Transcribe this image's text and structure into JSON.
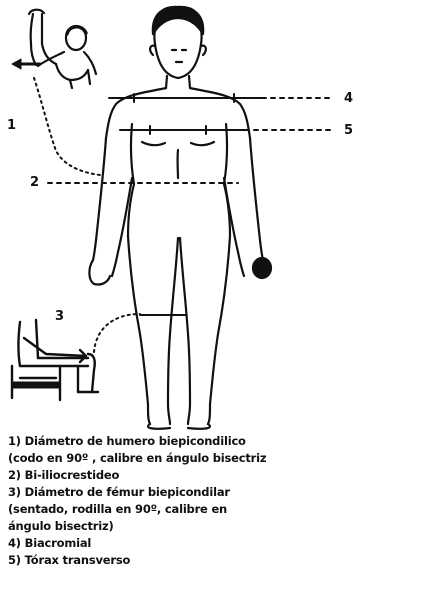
{
  "callouts": {
    "c1": "1",
    "c2": "2",
    "c3": "3",
    "c4": "4",
    "c5": "5"
  },
  "legend": [
    "1) Diámetro de humero biepicondilico",
    "(codo en 90º , calibre en ángulo bisectriz",
    "2) Bi-iliocrestideo",
    "3) Diámetro de fémur biepicondilar",
    "(sentado, rodilla en 90º, calibre en",
    "ángulo bisectriz)",
    "4) Biacromial",
    "5) Tórax transverso"
  ],
  "colors": {
    "ink": "#111111",
    "background": "#ffffff"
  }
}
